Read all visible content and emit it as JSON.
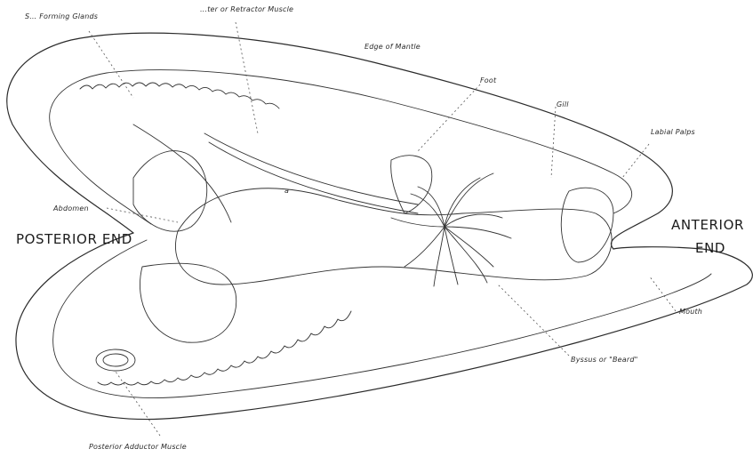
{
  "labels": {
    "shell_forming_glands": "S… Forming Glands",
    "retractor_muscle": "…ter or Retractor Muscle",
    "edge_of_mantle": "Edge of Mantle",
    "foot": "Foot",
    "gill": "Gill",
    "labial_palps": "Labial Palps",
    "abdomen": "Abdomen",
    "posterior_end": "POSTERIOR END",
    "anterior": "ANTERIOR",
    "end": "END",
    "mouth": "Mouth",
    "byssus": "Byssus or \"Beard\"",
    "posterior_adductor": "Posterior Adductor Muscle",
    "small_a": "a"
  }
}
